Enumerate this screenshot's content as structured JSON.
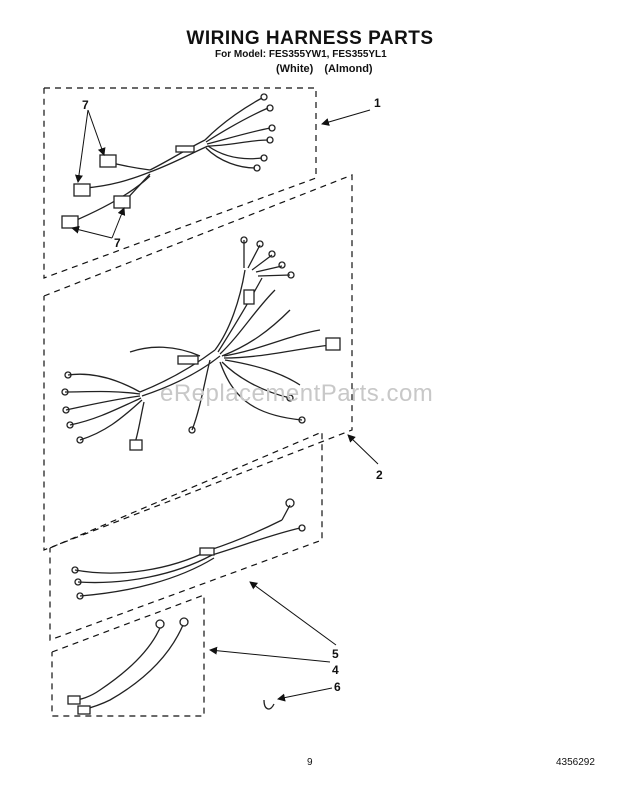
{
  "header": {
    "title": "WIRING HARNESS PARTS",
    "model_line": "For Model: FES355YW1, FES355YL1",
    "color_variants": "(White)   (Almond)"
  },
  "watermark": "eReplacementParts.com",
  "callouts": {
    "c1": "1",
    "c2": "2",
    "c4": "4",
    "c5": "5",
    "c6": "6",
    "c7_top": "7",
    "c7_bottom": "7"
  },
  "footer": {
    "page_number": "9",
    "document_number": "4356292"
  }
}
